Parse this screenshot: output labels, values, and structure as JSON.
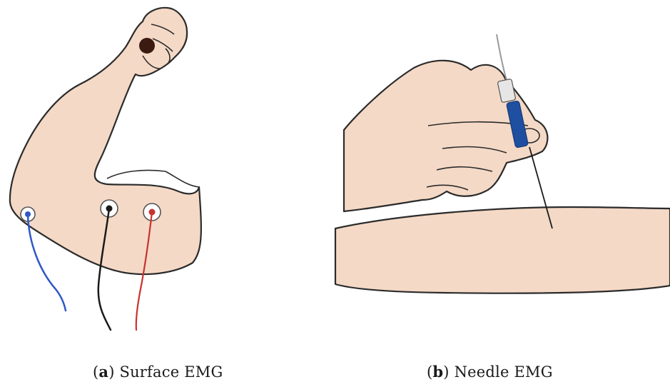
{
  "panels": [
    {
      "id": "a",
      "letter": "a",
      "caption": "Surface EMG",
      "colors": {
        "skin": "#f4d9c6",
        "outline": "#2b2b2b",
        "wire_left": "#2f57c7",
        "wire_middle": "#1a1a1a",
        "wire_right": "#c8332f",
        "fist_marker": "#3b1a12"
      },
      "icons": [
        "flexed-arm-icon",
        "electrode-icon",
        "ball-icon"
      ]
    },
    {
      "id": "b",
      "letter": "b",
      "caption": "Needle EMG",
      "colors": {
        "skin": "#f4d9c6",
        "outline": "#2b2b2b",
        "needle_body": "#1f4fa0",
        "needle_cap": "#e6e6e6",
        "needle_wire": "#9a9a9a"
      },
      "icons": [
        "hand-icon",
        "forearm-icon",
        "needle-icon"
      ]
    }
  ]
}
